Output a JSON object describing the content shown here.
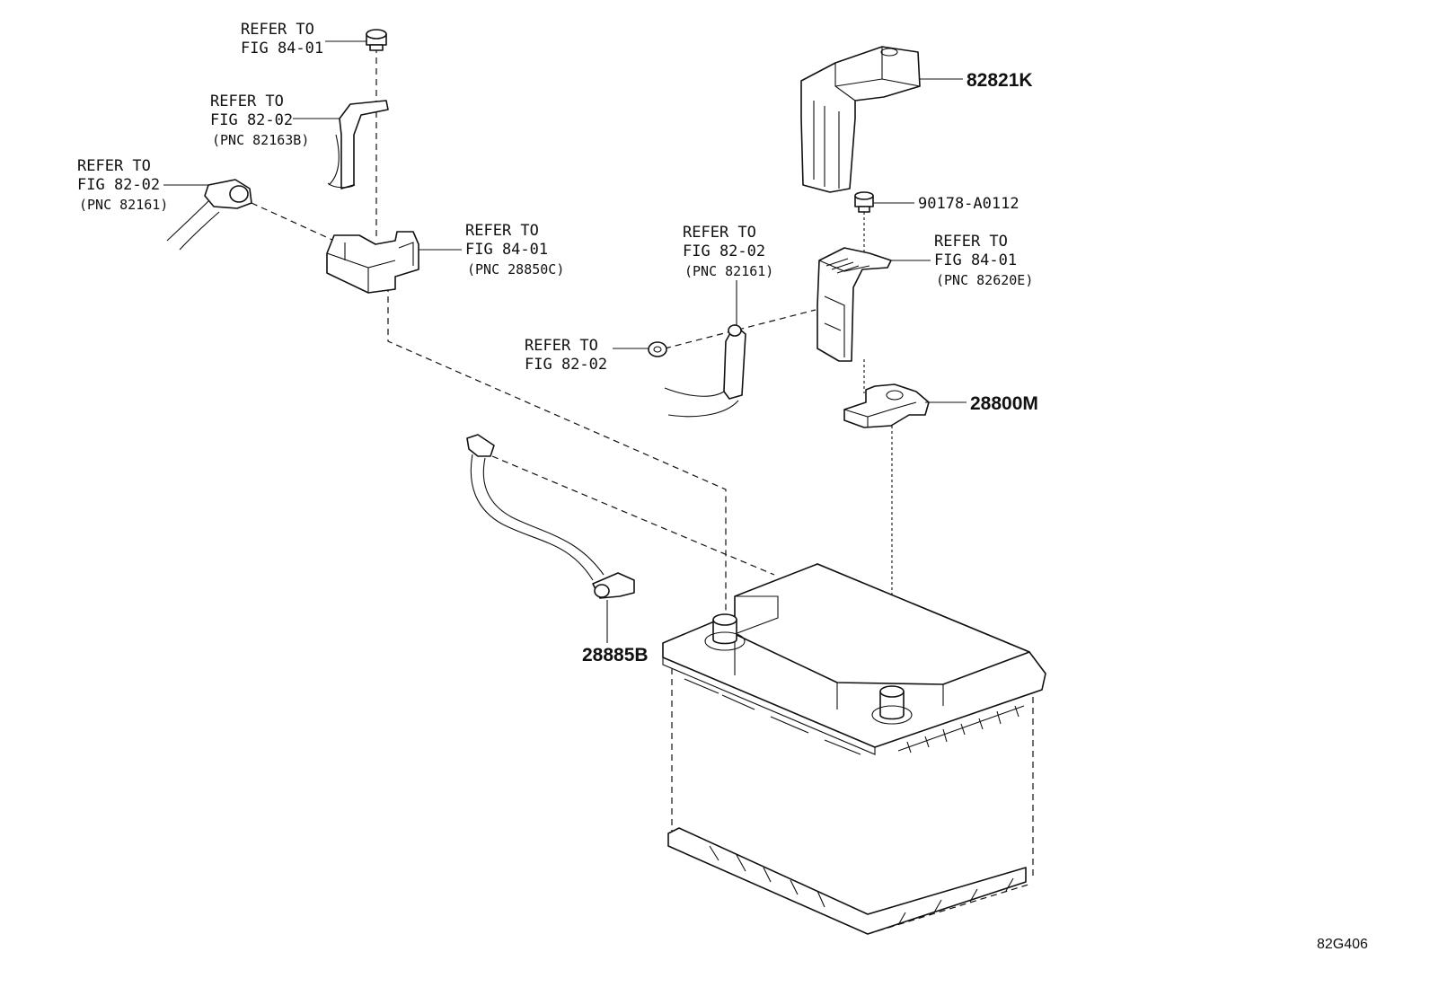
{
  "callouts": {
    "bolt_top": {
      "line1": "REFER TO",
      "line2": "FIG 84-01"
    },
    "bracket": {
      "line1": "REFER TO",
      "line2": "FIG 82-02",
      "line3": "(PNC 82163B)"
    },
    "cable_left": {
      "line1": "REFER TO",
      "line2": "FIG 82-02",
      "line3": "(PNC 82161)"
    },
    "terminal_left": {
      "line1": "REFER TO",
      "line2": "FIG 84-01",
      "line3": "(PNC 28850C)"
    },
    "cable_center": {
      "line1": "REFER TO",
      "line2": "FIG 82-02",
      "line3": "(PNC 82161)"
    },
    "nut_center": {
      "line1": "REFER TO",
      "line2": "FIG 82-02"
    },
    "fusible_link": {
      "line1": "REFER TO",
      "line2": "FIG 84-01",
      "line3": "(PNC 82620E)"
    }
  },
  "part_numbers": {
    "cover": "82821K",
    "bolt": "90178-A0112",
    "clamp": "28800M",
    "sensor_cable": "28885B"
  },
  "figure_code": "82G406"
}
